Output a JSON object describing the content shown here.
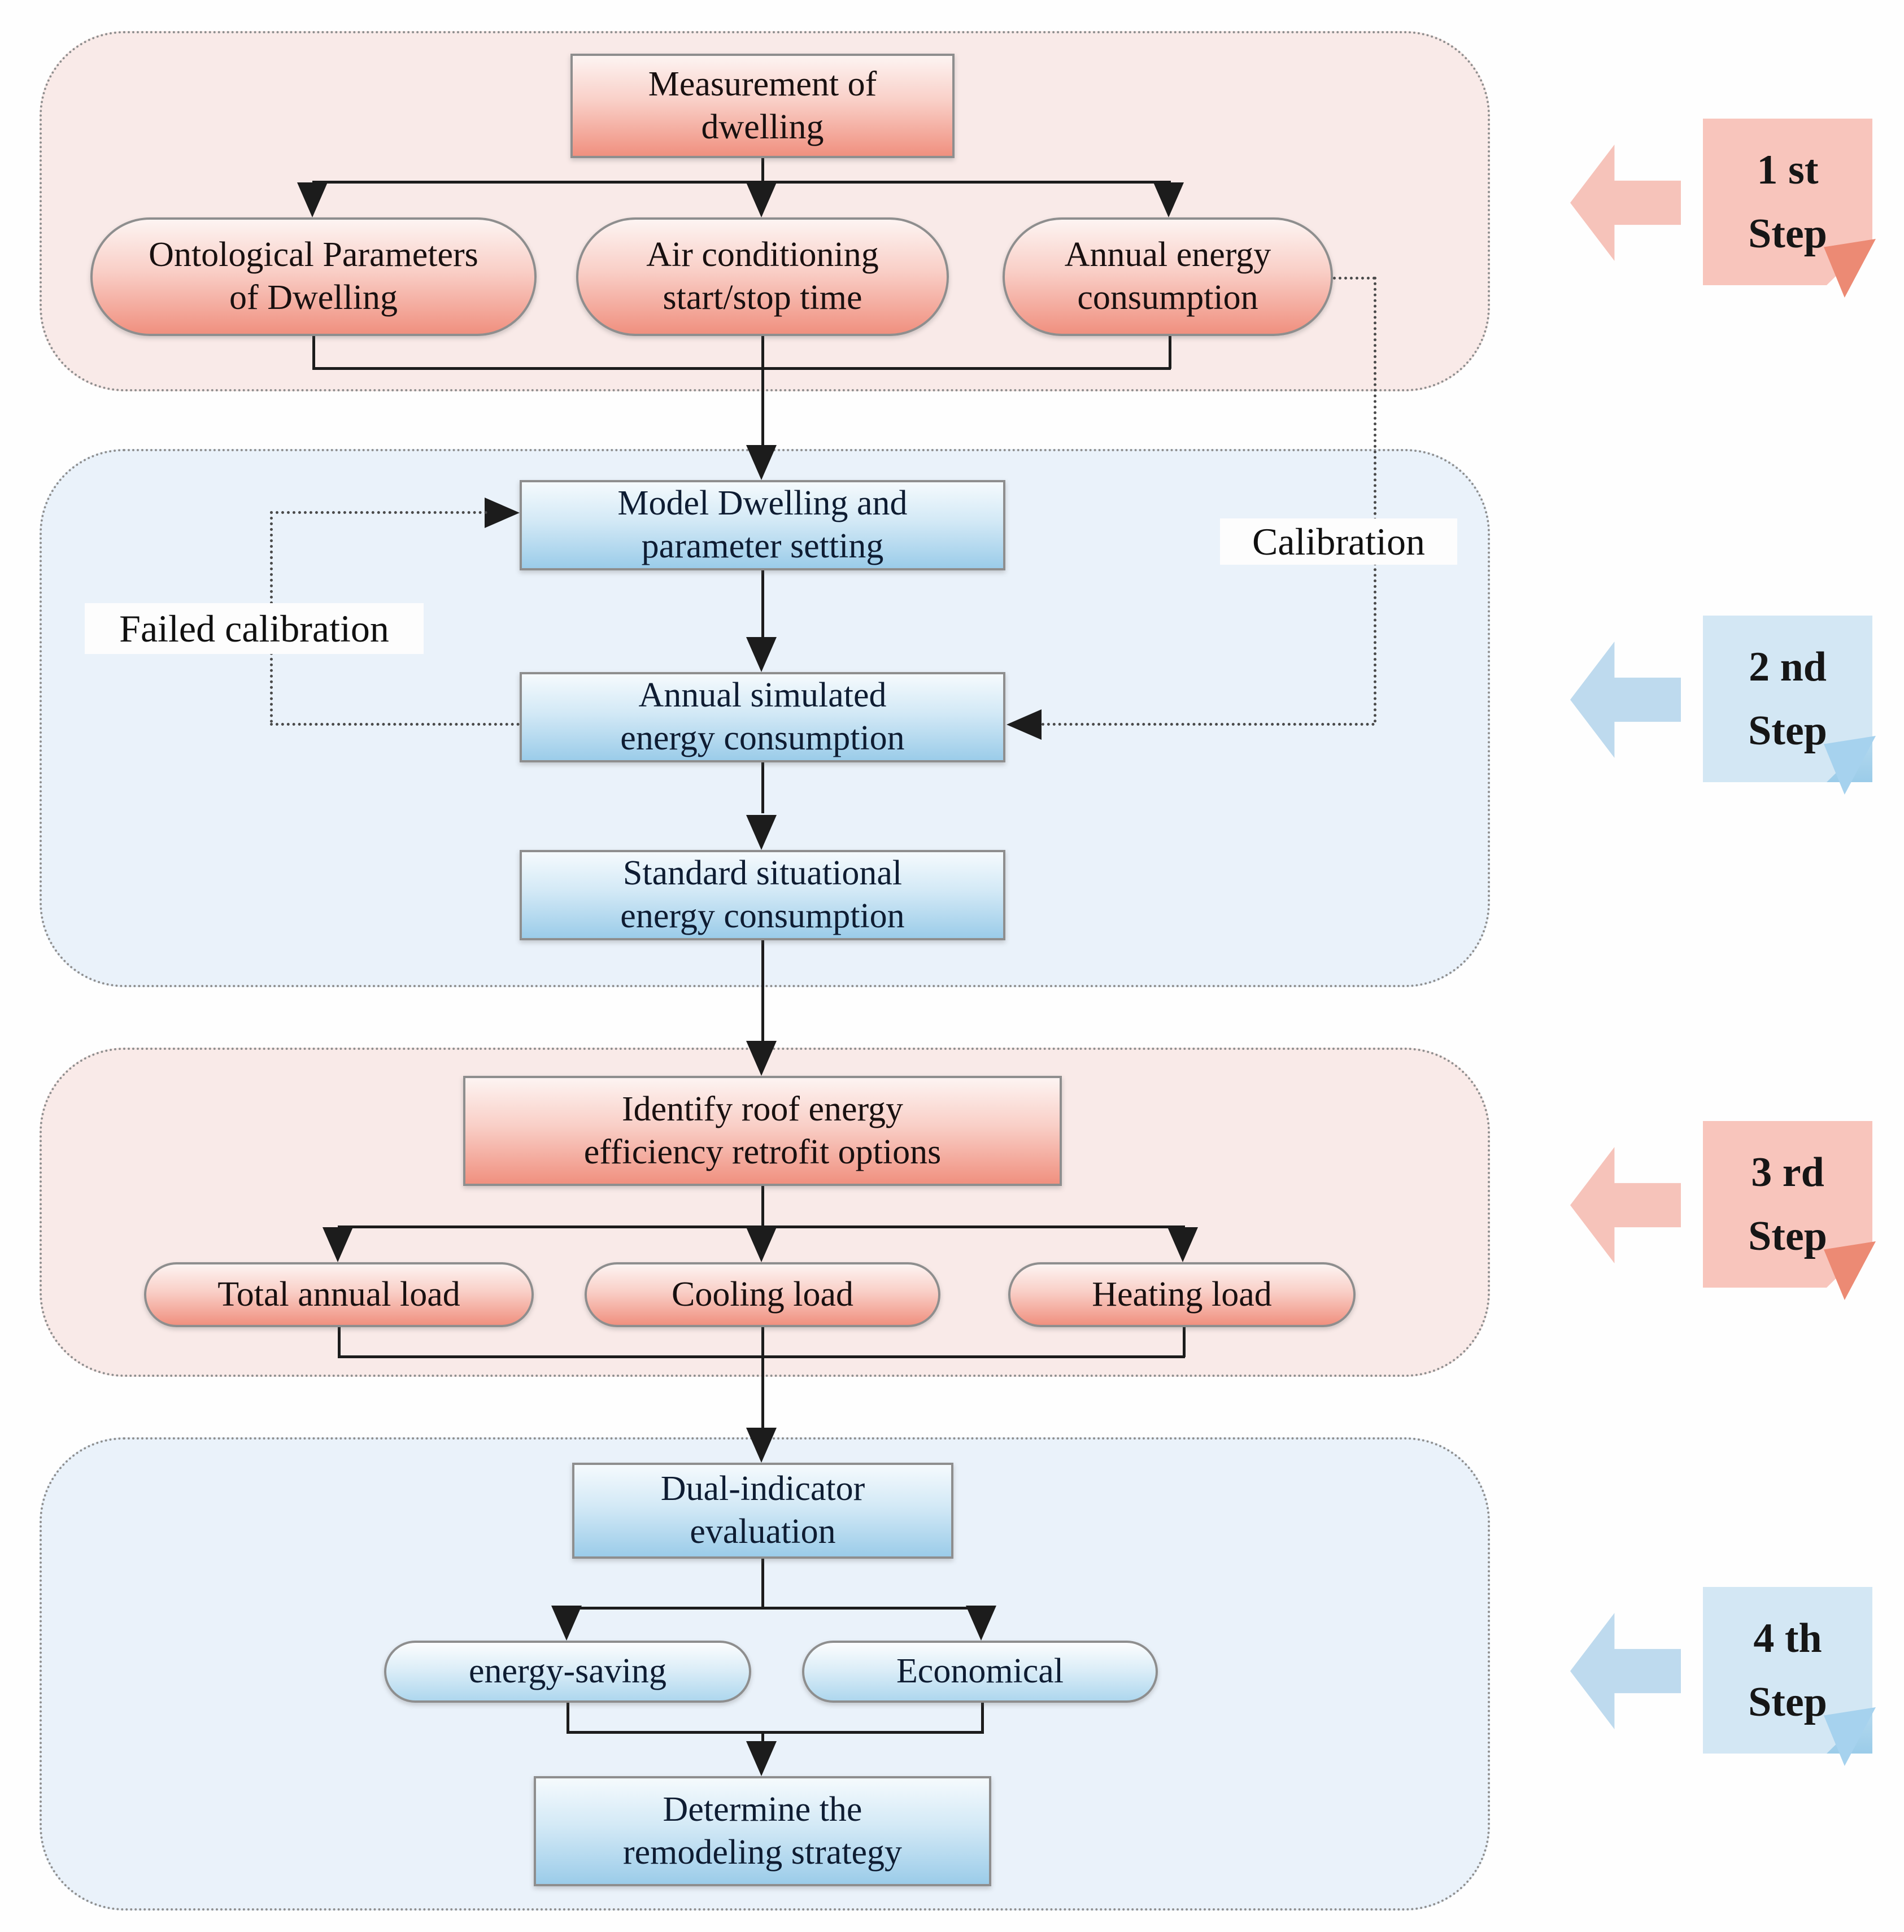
{
  "diagram": {
    "step1": {
      "measurement": {
        "lines": [
          "Measurement of",
          "dwelling"
        ]
      },
      "ontological": {
        "lines": [
          "Ontological Parameters",
          "of Dwelling"
        ]
      },
      "air_conditioning": {
        "lines": [
          "Air conditioning",
          "start/stop time"
        ]
      },
      "annual_energy": {
        "lines": [
          "Annual energy",
          "consumption"
        ]
      }
    },
    "step2": {
      "model_dwelling": {
        "lines": [
          "Model Dwelling and",
          "parameter setting"
        ]
      },
      "annual_simulated": {
        "lines": [
          "Annual simulated",
          "energy consumption"
        ]
      },
      "standard_situational": {
        "lines": [
          "Standard situational",
          "energy consumption"
        ]
      },
      "failed_calibration_label": "Failed calibration",
      "calibration_label": "Calibration"
    },
    "step3": {
      "identify_roof": {
        "lines": [
          "Identify roof energy",
          "efficiency retrofit options"
        ]
      },
      "total_annual_load": "Total annual load",
      "cooling_load": "Cooling load",
      "heating_load": "Heating load"
    },
    "step4": {
      "dual_indicator": {
        "lines": [
          "Dual-indicator",
          "evaluation"
        ]
      },
      "energy_saving": "energy-saving",
      "economical": "Economical",
      "determine": {
        "lines": [
          "Determine the",
          "remodeling strategy"
        ]
      }
    },
    "step_notes": [
      {
        "ordinal": "1 st",
        "word": "Step",
        "color": "pink"
      },
      {
        "ordinal": "2 nd",
        "word": "Step",
        "color": "blue"
      },
      {
        "ordinal": "3 rd",
        "word": "Step",
        "color": "pink"
      },
      {
        "ordinal": "4 th",
        "word": "Step",
        "color": "blue"
      }
    ],
    "colors": {
      "pink_container": "#f9eae8",
      "blue_container": "#eaf2fa",
      "red_box_top": "#fdf4f2",
      "red_box_bottom": "#f0907f",
      "blue_box_top": "#f5fafd",
      "blue_box_bottom": "#9bcce9",
      "note_pink": "#f8c5bc",
      "note_pink_fold": "#ec8a74",
      "note_blue": "#d3e7f4",
      "note_blue_fold": "#a6d2ee",
      "arrow_pink": "#f6c3ba",
      "arrow_blue": "#bedaee",
      "line_color": "#1c1c1c"
    }
  }
}
